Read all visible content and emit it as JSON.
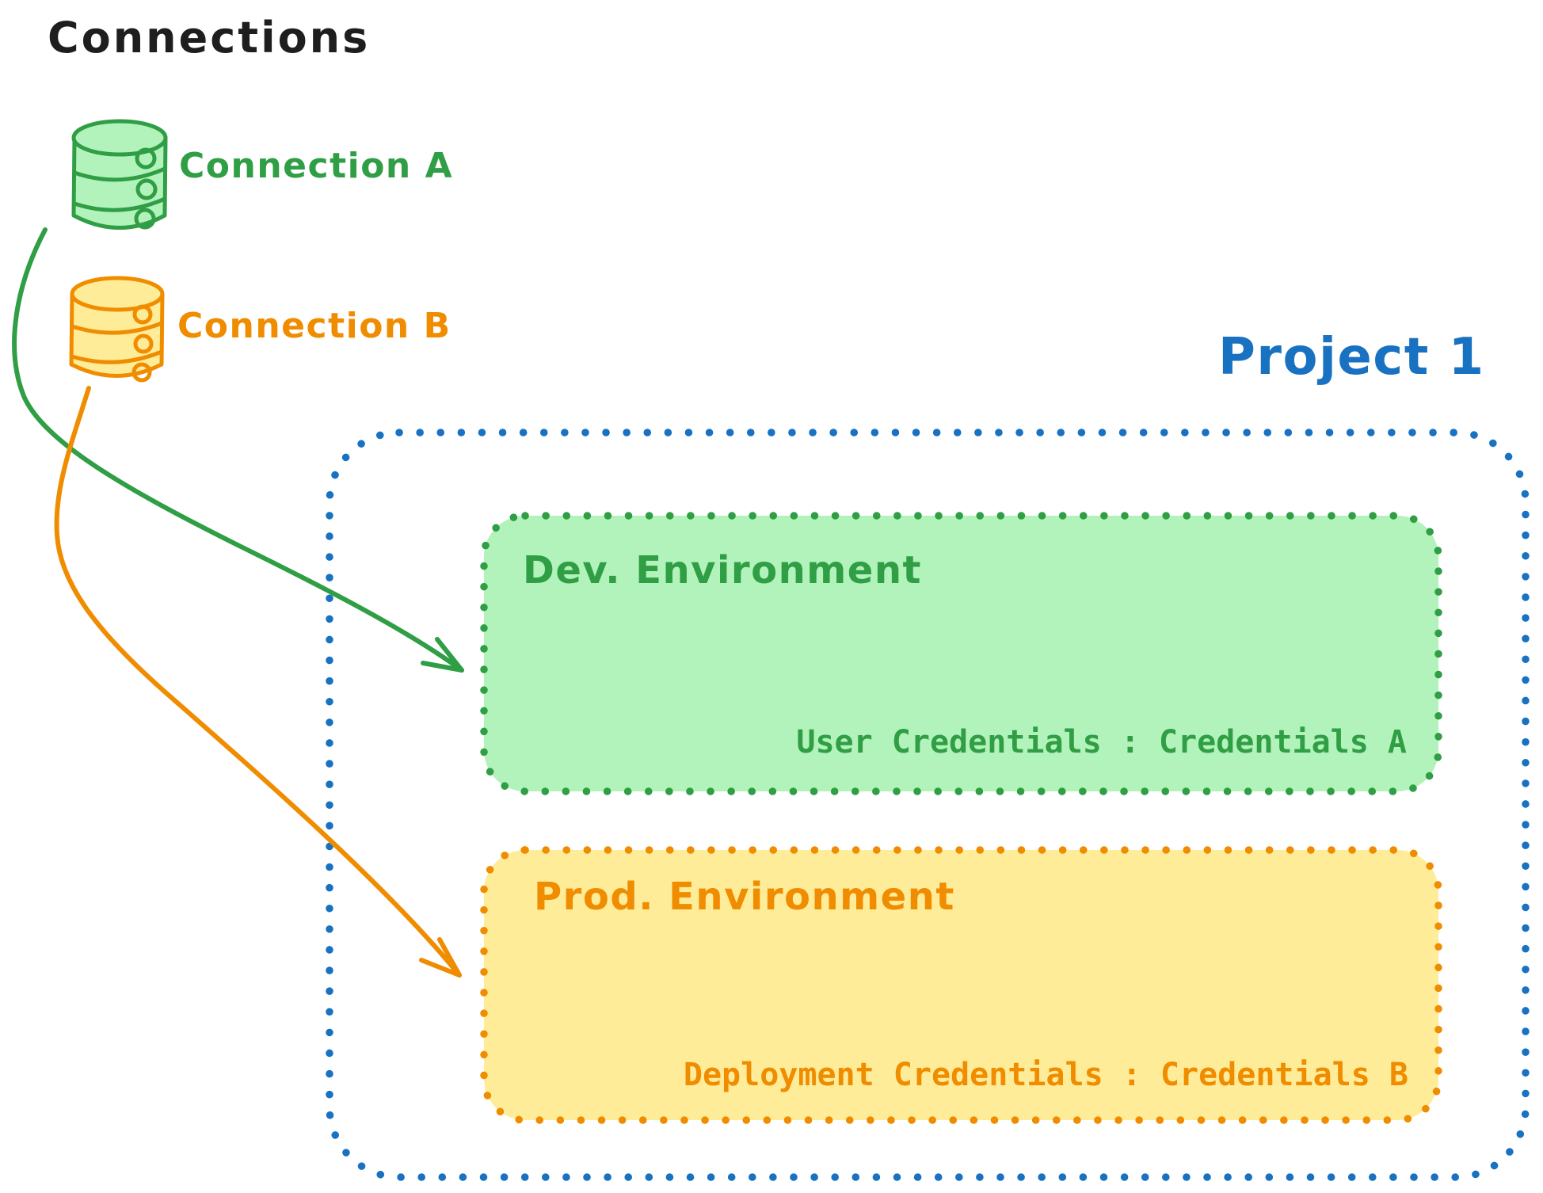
{
  "title": "Connections",
  "colors": {
    "ink": "#1e1e1e",
    "green": "#2f9e44",
    "green-fill": "#b2f2bb",
    "orange": "#f08c00",
    "orange-fill": "#ffec99",
    "blue": "#1971c2"
  },
  "connections": [
    {
      "label": "Connection A",
      "icon": "database-icon",
      "color": "#2f9e44"
    },
    {
      "label": "Connection B",
      "icon": "database-icon",
      "color": "#f08c00"
    }
  ],
  "project": {
    "label": "Project 1",
    "environments": [
      {
        "title": "Dev. Environment",
        "credentials": "User Credentials : Credentials A"
      },
      {
        "title": "Prod. Environment",
        "credentials": "Deployment Credentials : Credentials B"
      }
    ]
  },
  "arrows": [
    {
      "from": "Connection A",
      "to": "Dev. Environment"
    },
    {
      "from": "Connection B",
      "to": "Prod. Environment"
    }
  ]
}
